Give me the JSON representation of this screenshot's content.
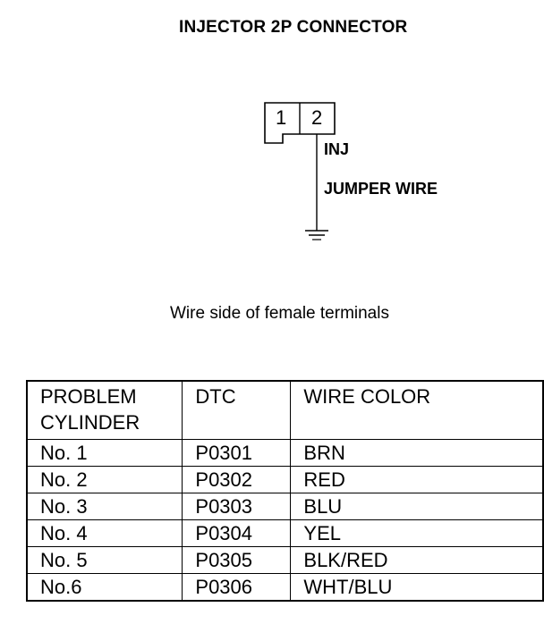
{
  "diagram": {
    "title": "INJECTOR 2P CONNECTOR",
    "pin1": "1",
    "pin2": "2",
    "label_inj": "INJ",
    "label_jumper": "JUMPER WIRE",
    "caption": "Wire side of female terminals"
  },
  "table": {
    "headers": [
      "PROBLEM CYLINDER",
      "DTC",
      "WIRE COLOR"
    ],
    "rows": [
      {
        "cylinder": "No. 1",
        "dtc": "P0301",
        "color": "BRN"
      },
      {
        "cylinder": "No. 2",
        "dtc": "P0302",
        "color": "RED"
      },
      {
        "cylinder": "No. 3",
        "dtc": "P0303",
        "color": "BLU"
      },
      {
        "cylinder": "No. 4",
        "dtc": "P0304",
        "color": "YEL"
      },
      {
        "cylinder": "No. 5",
        "dtc": "P0305",
        "color": "BLK/RED"
      },
      {
        "cylinder": "No.6",
        "dtc": "P0306",
        "color": "WHT/BLU"
      }
    ]
  }
}
